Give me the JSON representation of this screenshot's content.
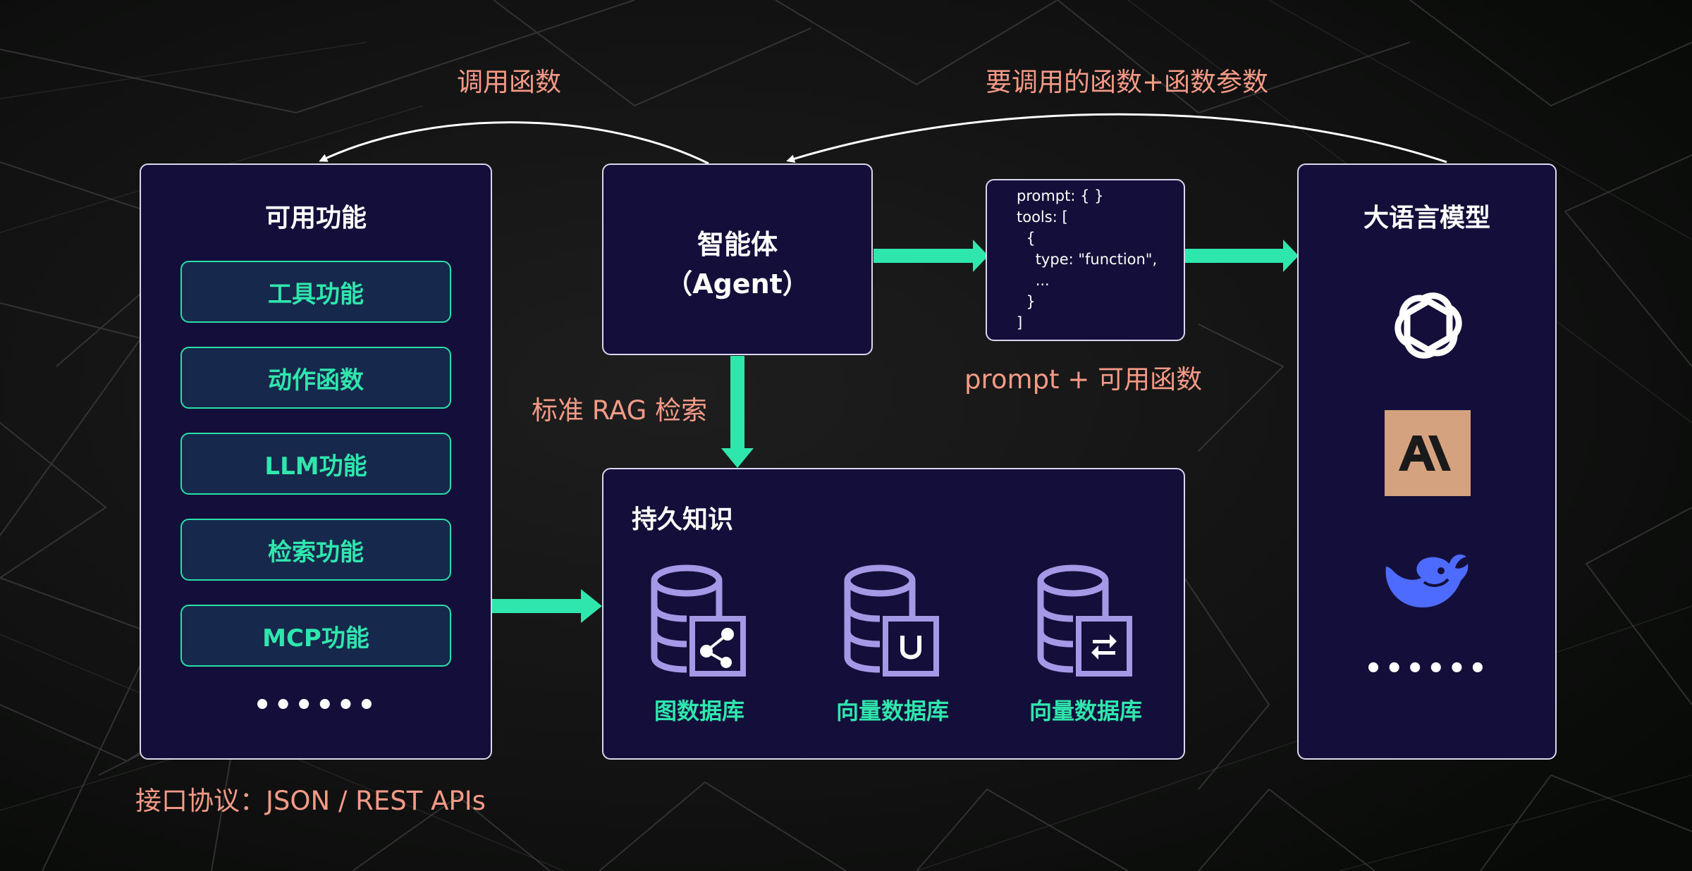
{
  "colors": {
    "accent_green": "#2fe6ad",
    "panel_bg": "#140f3a",
    "label_salmon": "#f59a86",
    "db_icon": "#a598e6",
    "openai_icon": "#ffffff",
    "anthropic_bg": "#d4a27f",
    "deepseek_blue": "#4d6bfe"
  },
  "labels": {
    "call_function": "调用函数",
    "function_and_params": "要调用的函数+函数参数",
    "rag_search": "标准 RAG 检索",
    "prompt_plus_functions": "prompt + 可用函数",
    "interface_protocol": "接口协议：JSON / REST APIs"
  },
  "functions_panel": {
    "title": "可用功能",
    "items": [
      "工具功能",
      "动作函数",
      "LLM功能",
      "检索功能",
      "MCP功能"
    ],
    "more": "••••••"
  },
  "agent": {
    "name": "智能体",
    "english": "（Agent）"
  },
  "request_code": {
    "lines": [
      "prompt: { }",
      "tools: [",
      "  {",
      "    type: \"function\",",
      "    ...",
      "  }",
      "]"
    ]
  },
  "llm_panel": {
    "title": "大语言模型",
    "icons": [
      "openai-icon",
      "anthropic-icon",
      "deepseek-icon"
    ],
    "more": "••••••"
  },
  "knowledge_panel": {
    "title": "持久知识",
    "databases": [
      {
        "label": "图数据库",
        "icon": "graph-database-icon"
      },
      {
        "label": "向量数据库",
        "icon": "vector-database-icon"
      },
      {
        "label": "向量数据库",
        "icon": "exchange-database-icon"
      }
    ]
  }
}
